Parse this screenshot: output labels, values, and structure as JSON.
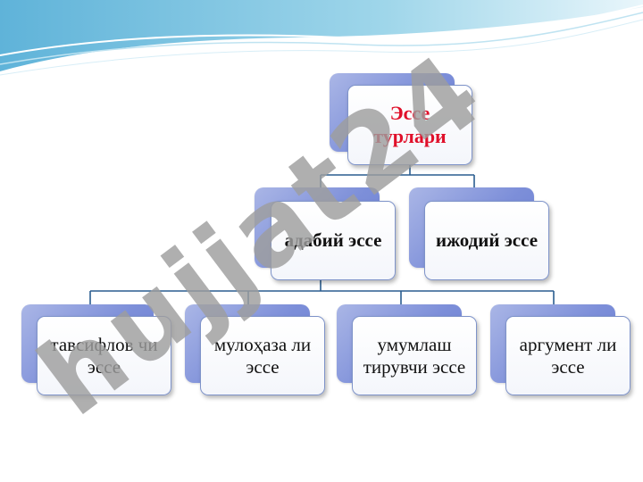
{
  "root": {
    "label": "Эссе турлари",
    "color": "#e0102a"
  },
  "level1": [
    {
      "label": "адабий эссе"
    },
    {
      "label": "ижодий эссе"
    }
  ],
  "level2": [
    {
      "label": "тавсифлов чи эссе"
    },
    {
      "label": "мулоҳаза ли эссе"
    },
    {
      "label": "умумлаш тирувчи эссе"
    },
    {
      "label": "аргумент ли эссе"
    }
  ],
  "watermark": {
    "text": "hujjat24",
    "color": "#9e9e9e"
  },
  "colors": {
    "connector": "#2a5d8f",
    "back_card": "#7d8fd9",
    "front_border": "#7e93c9"
  }
}
